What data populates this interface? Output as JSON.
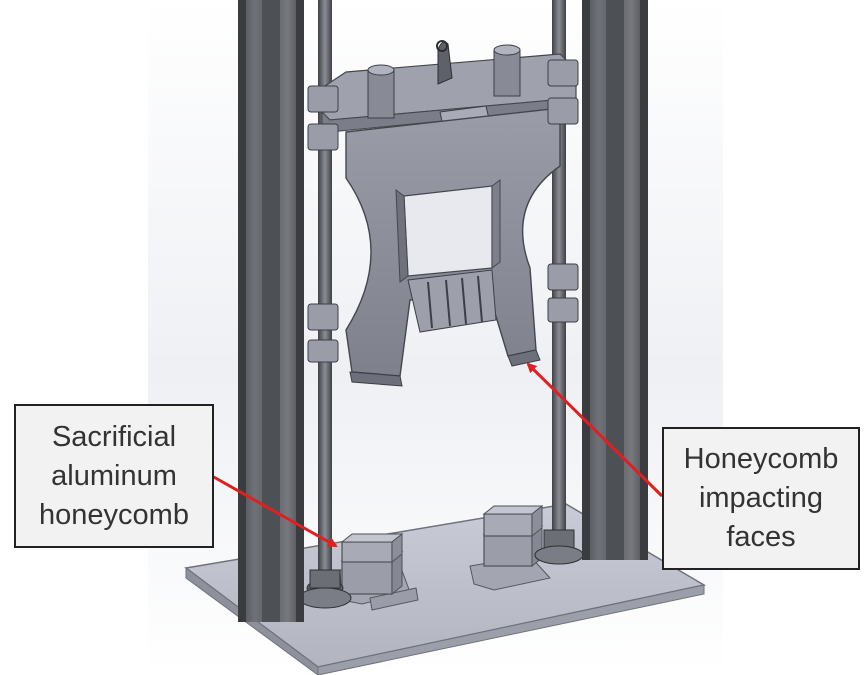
{
  "callouts": {
    "left": {
      "lines": [
        "Sacrificial",
        "aluminum",
        "honeycomb"
      ]
    },
    "right": {
      "lines": [
        "Honeycomb",
        "impacting",
        "faces"
      ]
    }
  },
  "colors": {
    "steel": "#8a8d96",
    "steel_dark": "#55585f",
    "steel_light": "#b6b9c3",
    "plate": "#c5c8d2",
    "background_fade": "#e6e8ee",
    "arrow": "#e02020",
    "callout_fill": "#f2f2f2",
    "callout_border": "#222222"
  }
}
